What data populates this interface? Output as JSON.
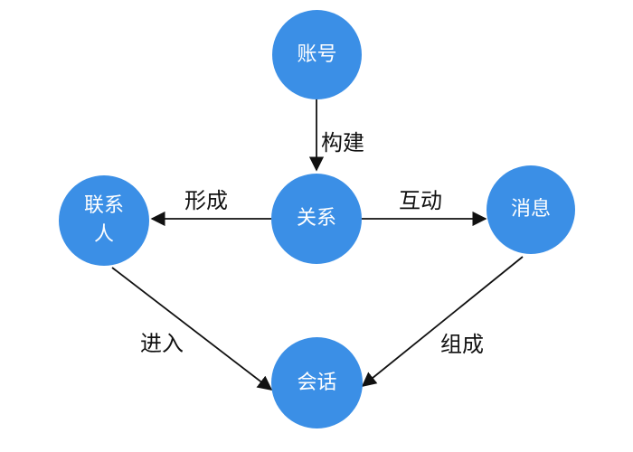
{
  "nodes": {
    "account": "账号",
    "relation": "关系",
    "contact": "联系人",
    "message": "消息",
    "session": "会话"
  },
  "edges": {
    "build": "构建",
    "form": "形成",
    "interact": "互动",
    "enter": "进入",
    "compose": "组成"
  },
  "colors": {
    "node_fill": "#3b8fe6",
    "edge": "#111111"
  }
}
